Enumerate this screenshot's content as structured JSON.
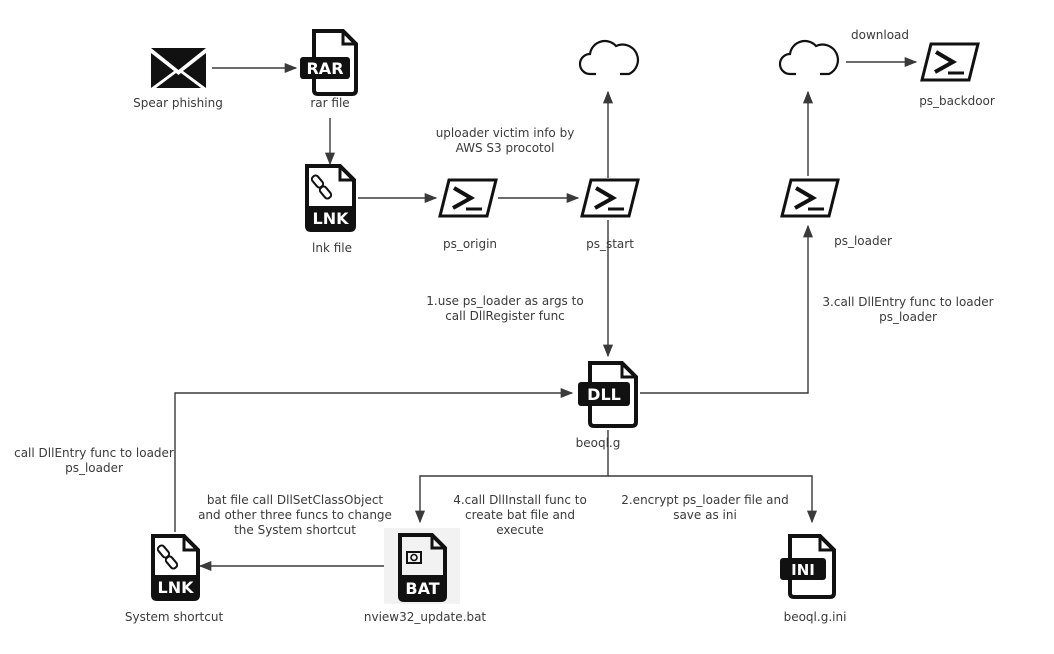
{
  "nodes": {
    "spear_phishing": "Spear phishing",
    "rar_file": "rar file",
    "lnk_file": "lnk file",
    "ps_origin": "ps_origin",
    "ps_start": "ps_start",
    "ps_loader": "ps_loader",
    "ps_backdoor": "ps_backdoor",
    "dll": "beoql.g",
    "bat": "nview32_update.bat",
    "ini": "beoql.g.ini",
    "system_shortcut": "System shortcut"
  },
  "icon_text": {
    "rar": "RAR",
    "lnk": "LNK",
    "dll": "DLL",
    "bat": "BAT",
    "ini": "INI"
  },
  "edges": {
    "upload": "uploader victim info by AWS S3 procotol",
    "download": "download",
    "step1": "1.use ps_loader as args to call DllRegister func",
    "step2": "2.encrypt ps_loader file and save as ini",
    "step3": "3.call DllEntry func to loader ps_loader",
    "step4": "4.call DllInstall func to create bat file and execute",
    "bat_change": "bat file call DllSetClassObject and other three funcs to change the System shortcut",
    "shortcut_call": "call DllEntry func to loader ps_loader"
  },
  "colors": {
    "line": "#3a3a3a",
    "icon": "#111111"
  }
}
